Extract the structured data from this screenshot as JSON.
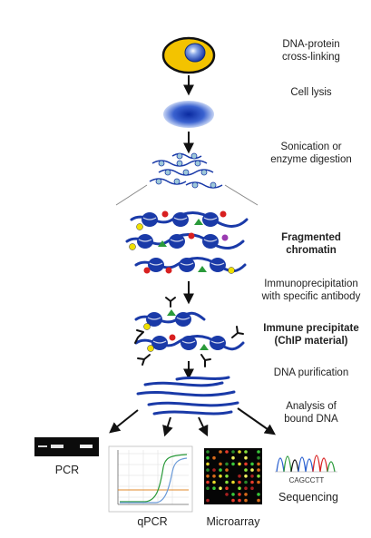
{
  "steps": {
    "crosslink": "DNA-protein\ncross-linking",
    "lysis": "Cell lysis",
    "sonication": "Sonication or\nenzyme digestion",
    "fragmented": "Fragmented\nchromatin",
    "ip": "Immunoprecipitation\nwith specific antibody",
    "immune": "Immune precipitate\n(ChIP material)",
    "purification": "DNA purification",
    "analysis": "Analysis of\nbound DNA"
  },
  "methods": {
    "pcr": "PCR",
    "qpcr": "qPCR",
    "microarray": "Microarray",
    "sequencing": "Sequencing"
  },
  "sequence_letters": "CAGCCTT",
  "colors": {
    "dna": "#1a3aa8",
    "cell_fill": "#f3c300",
    "nucleus": "#2a56c8",
    "protein_red": "#d82020",
    "protein_green": "#2a9a3a",
    "protein_yellow": "#f0e000",
    "protein_purple": "#9a3ab0"
  }
}
